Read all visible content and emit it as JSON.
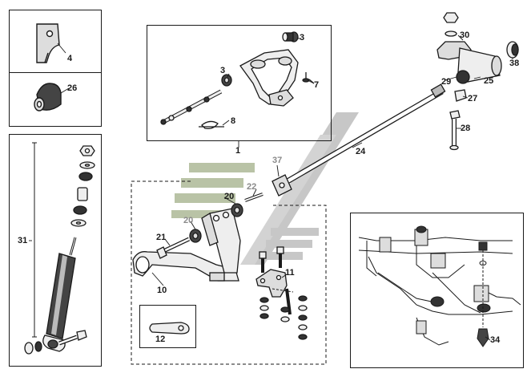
{
  "callouts": {
    "c1": "1",
    "c3a": "3",
    "c3b": "3",
    "c4": "4",
    "c7": "7",
    "c8": "8",
    "c10": "10",
    "c11": "11",
    "c12": "12",
    "c20a": "20",
    "c20b": "20",
    "c21": "21",
    "c22": "22",
    "c24": "24",
    "c25": "25",
    "c26": "26",
    "c27": "27",
    "c28": "28",
    "c29": "29",
    "c30": "30",
    "c31": "31",
    "c34": "34",
    "c37": "37",
    "c38": "38"
  },
  "colors": {
    "line": "#1a1a1a",
    "watermark_green": "#b9c3a6",
    "watermark_gray": "#c7c7c7",
    "callout_gray": "#8a8a8a"
  }
}
